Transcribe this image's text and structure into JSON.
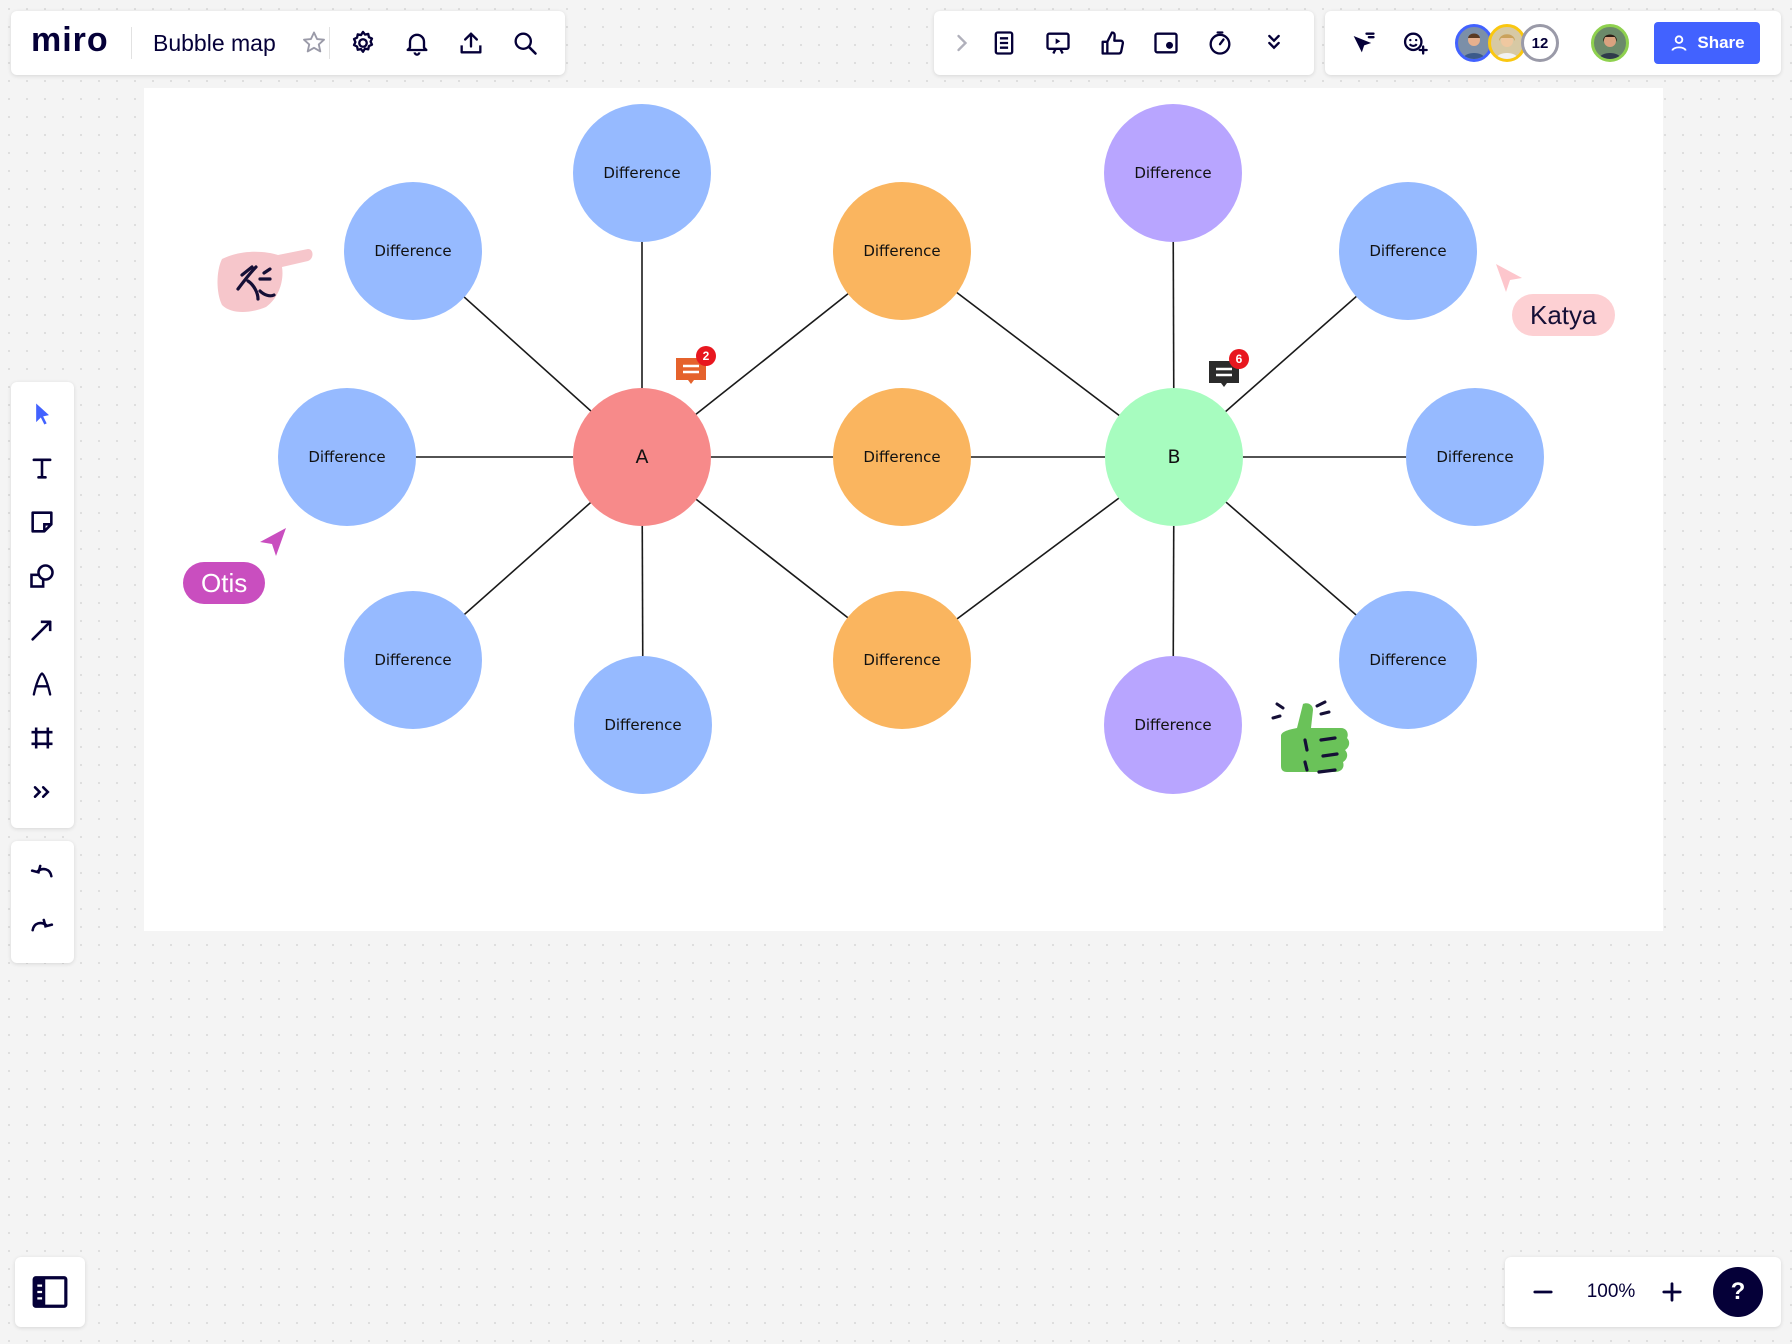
{
  "app": {
    "logo_text": "miro",
    "board_title": "Bubble map"
  },
  "toolbar_top_left": {
    "icons": [
      "star-icon",
      "gear-icon",
      "bell-icon",
      "upload-icon",
      "search-icon"
    ]
  },
  "toolbar_top_center": {
    "icons": [
      "chevron-right-icon",
      "notes-icon",
      "present-icon",
      "thumbs-up-icon",
      "screen-share-icon",
      "timer-icon",
      "chevron-double-down-icon"
    ]
  },
  "toolbar_top_right": {
    "icons": [
      "cursor-filter-icon",
      "add-reaction-icon"
    ],
    "participant_count": "12",
    "share_label": "Share",
    "share_color": "#4262ff"
  },
  "left_toolbar": {
    "tools": [
      "select-icon",
      "text-icon",
      "sticky-note-icon",
      "shapes-icon",
      "arrow-icon",
      "pen-icon",
      "frame-icon",
      "more-icon"
    ],
    "history": [
      "undo-icon",
      "redo-icon"
    ]
  },
  "zoom": {
    "value": "100%",
    "help": "?"
  },
  "diagram": {
    "center_a": {
      "label": "A",
      "color": "#f78a8a"
    },
    "center_b": {
      "label": "B",
      "color": "#a7fcbf"
    },
    "bubbles": [
      {
        "label": "Difference",
        "color": "#96baff"
      },
      {
        "label": "Difference",
        "color": "#96baff"
      },
      {
        "label": "Difference",
        "color": "#96baff"
      },
      {
        "label": "Difference",
        "color": "#96baff"
      },
      {
        "label": "Difference",
        "color": "#96baff"
      },
      {
        "label": "Difference",
        "color": "#fab55f"
      },
      {
        "label": "Difference",
        "color": "#fab55f"
      },
      {
        "label": "Difference",
        "color": "#fab55f"
      },
      {
        "label": "Difference",
        "color": "#b8a5ff"
      },
      {
        "label": "Difference",
        "color": "#96baff"
      },
      {
        "label": "Difference",
        "color": "#96baff"
      },
      {
        "label": "Difference",
        "color": "#96baff"
      },
      {
        "label": "Difference",
        "color": "#b8a5ff"
      }
    ],
    "comment_a_count": "2",
    "comment_b_count": "6"
  },
  "cursors": {
    "otis": {
      "name": "Otis",
      "color": "#c94ebf"
    },
    "katya": {
      "name": "Katya",
      "color": "#fdd0d3"
    }
  }
}
